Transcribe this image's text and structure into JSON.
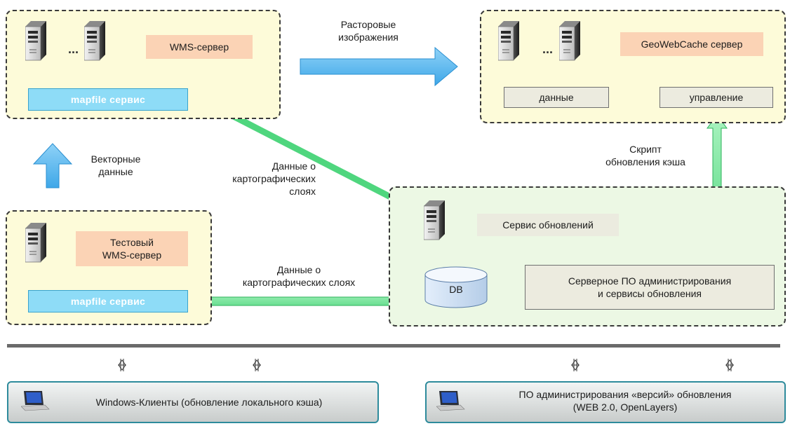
{
  "wms_box": {
    "server_label": "WMS-сервер",
    "service_label": "mapfile сервис",
    "ellipsis": "..."
  },
  "gwc_box": {
    "server_label": "GeoWebCache сервер",
    "data_label": "данные",
    "control_label": "управление",
    "ellipsis": "..."
  },
  "test_box": {
    "server_label_line1": "Тестовый",
    "server_label_line2": "WMS-сервер",
    "service_label": "mapfile сервис"
  },
  "update_box": {
    "service_label": "Сервис обновлений",
    "db_label": "DB",
    "admin_line1": "Серверное ПО администрирования",
    "admin_line2": "и сервисы обновления"
  },
  "arrow_labels": {
    "raster_line1": "Расторовые",
    "raster_line2": "изображения",
    "vector_line1": "Векторные",
    "vector_line2": "данные",
    "layers1_line1": "Данные о",
    "layers1_line2": "картографических",
    "layers1_line3": "слоях",
    "layers2_line1": "Данные о",
    "layers2_line2": "картографических слоях",
    "script_line1": "Скрипт",
    "script_line2": "обновления кэша"
  },
  "clients": {
    "windows_label": "Windows-Клиенты (обновление локального кэша)",
    "admin_line1": "ПО администрирования «версий» обновления",
    "admin_line2": "(WEB 2.0, OpenLayers)"
  },
  "colors": {
    "blue_arrow": "#4fb4ee",
    "green_arrow": "#6fe89a",
    "box_yellow": "#fdfbd9",
    "box_green": "#ecf8e4",
    "client_border": "#2e8b9c"
  }
}
